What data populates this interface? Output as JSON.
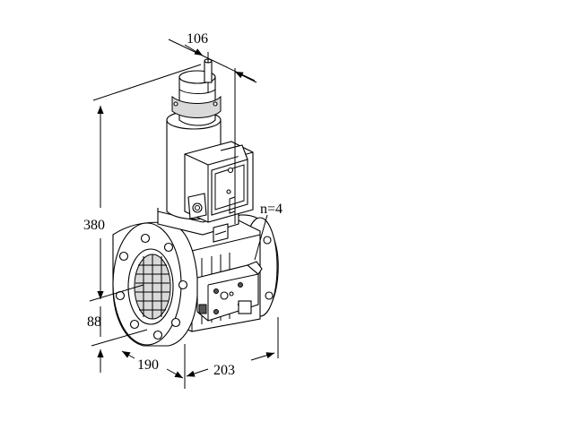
{
  "dimensions": {
    "top_width": "106",
    "height_total": "380",
    "height_lower": "88",
    "depth": "190",
    "length": "203",
    "holes": "n=4"
  }
}
